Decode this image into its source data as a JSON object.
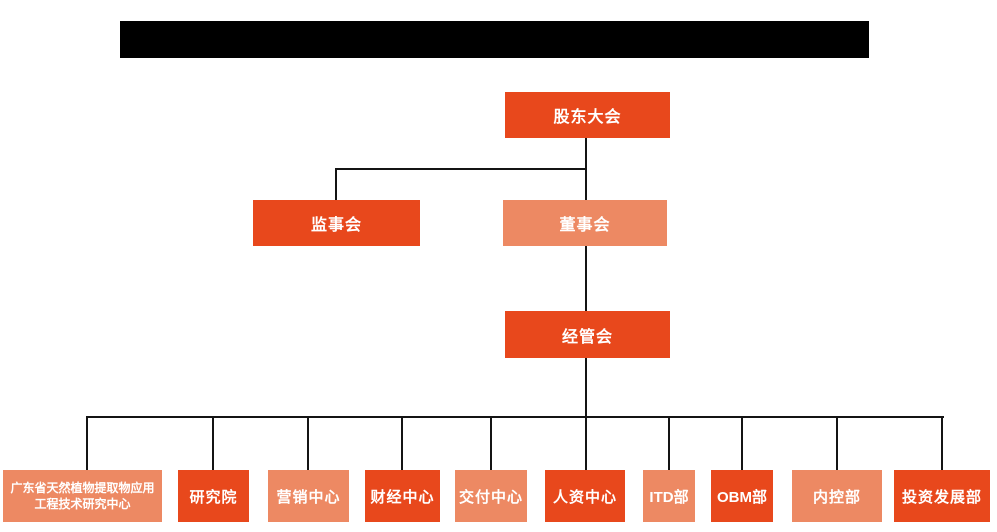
{
  "colors": {
    "primary_box": "#E8481C",
    "secondary_box": "#ED8963",
    "connector": "#141414",
    "redaction_bar": "#000000",
    "box_text": "#FFFFFF"
  },
  "nodes": {
    "shareholders_meeting": {
      "label": "股东大会",
      "variant": "primary"
    },
    "supervisory_board": {
      "label": "监事会",
      "variant": "primary"
    },
    "board_of_directors": {
      "label": "董事会",
      "variant": "secondary"
    },
    "management_committee": {
      "label": "经管会",
      "variant": "primary"
    }
  },
  "departments": [
    {
      "label": "广东省天然植物提取物应用工程技术研究中心",
      "variant": "secondary"
    },
    {
      "label": "研究院",
      "variant": "primary"
    },
    {
      "label": "营销中心",
      "variant": "secondary"
    },
    {
      "label": "财经中心",
      "variant": "primary"
    },
    {
      "label": "交付中心",
      "variant": "secondary"
    },
    {
      "label": "人资中心",
      "variant": "primary"
    },
    {
      "label": "ITD部",
      "variant": "secondary"
    },
    {
      "label": "OBM部",
      "variant": "primary"
    },
    {
      "label": "内控部",
      "variant": "secondary"
    },
    {
      "label": "投资发展部",
      "variant": "primary"
    }
  ],
  "hierarchy": {
    "root": "股东大会",
    "children_of_root": [
      "监事会",
      "董事会"
    ],
    "children_of_board": [
      "经管会"
    ],
    "children_of_management": [
      "广东省天然植物提取物应用工程技术研究中心",
      "研究院",
      "营销中心",
      "财经中心",
      "交付中心",
      "人资中心",
      "ITD部",
      "OBM部",
      "内控部",
      "投资发展部"
    ]
  }
}
